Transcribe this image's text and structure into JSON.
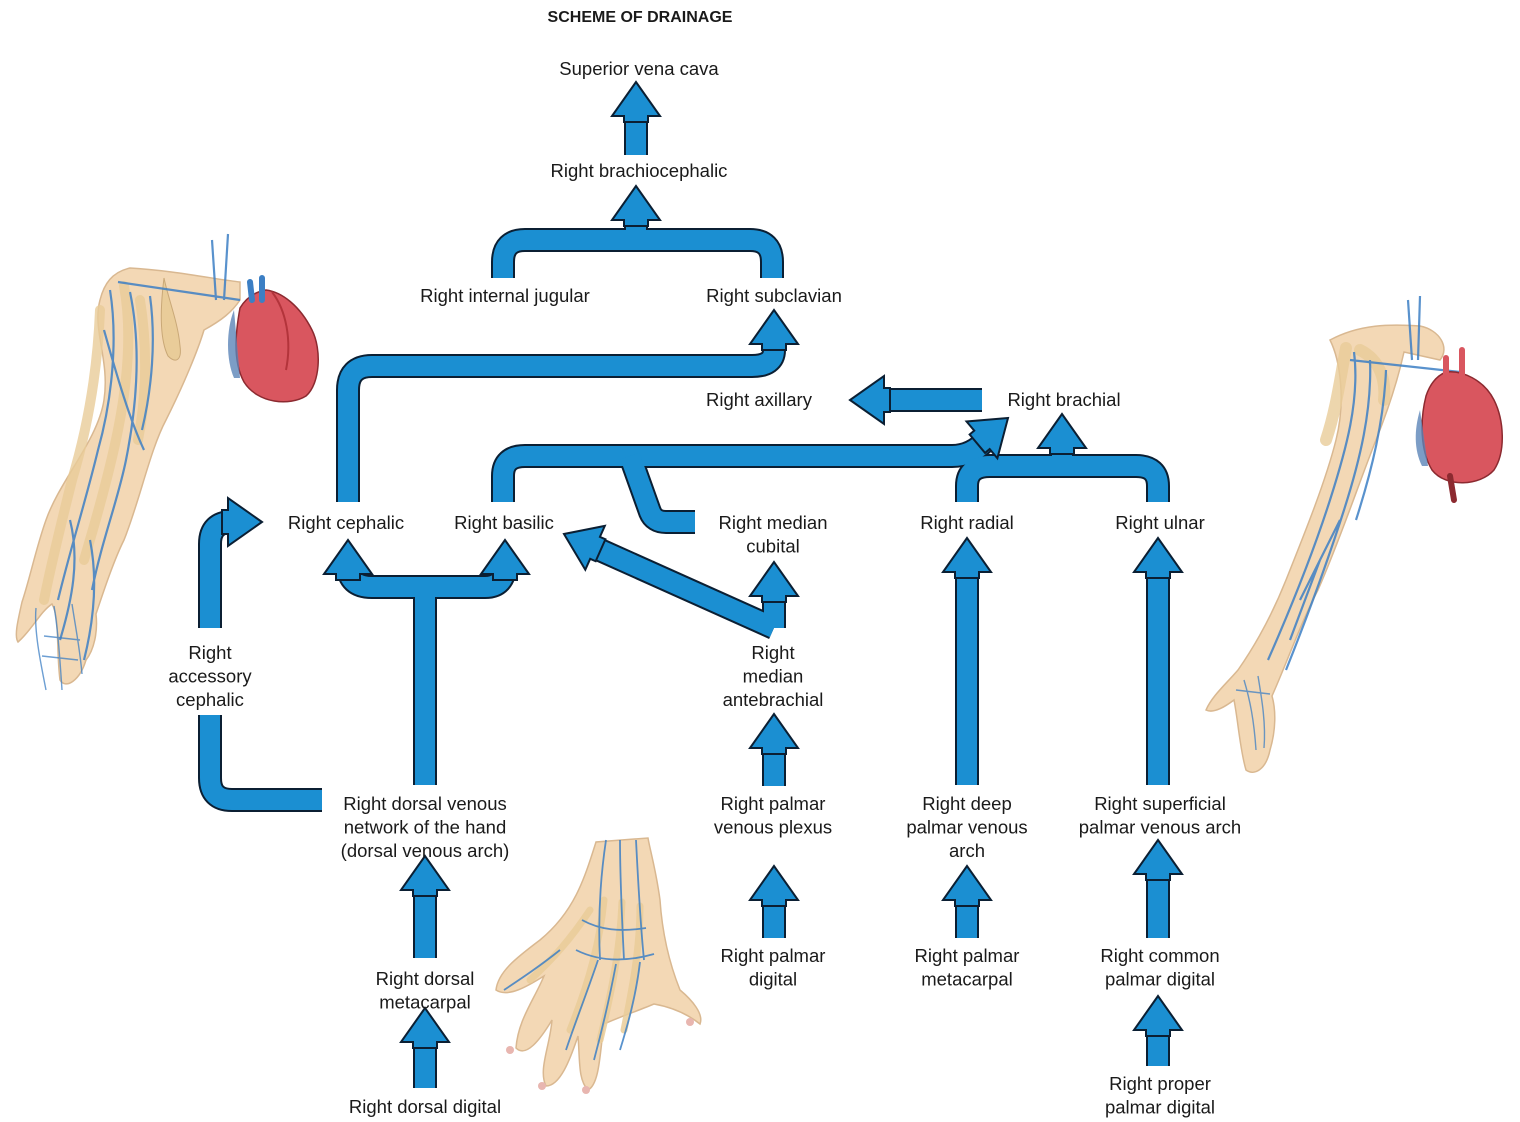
{
  "title": "SCHEME OF DRAINAGE",
  "colors": {
    "arrow_fill": "#1b8fd2",
    "arrow_outline": "#0b1f33",
    "illustration_skin": "#f3d8b5",
    "illustration_bone": "#e9cc99",
    "illustration_vein": "#3c7fc4",
    "illustration_heart": "#d9565f"
  },
  "labels": {
    "superior_vena_cava": [
      "Superior vena cava"
    ],
    "right_brachiocephalic": [
      "Right brachiocephalic"
    ],
    "right_internal_jugular": [
      "Right internal jugular"
    ],
    "right_subclavian": [
      "Right subclavian"
    ],
    "right_axillary": [
      "Right axillary"
    ],
    "right_brachial": [
      "Right brachial"
    ],
    "right_cephalic": [
      "Right cephalic"
    ],
    "right_basilic": [
      "Right basilic"
    ],
    "right_median_cubital": [
      "Right median",
      "cubital"
    ],
    "right_radial": [
      "Right radial"
    ],
    "right_ulnar": [
      "Right ulnar"
    ],
    "right_accessory_cephalic": [
      "Right",
      "accessory",
      "cephalic"
    ],
    "right_median_antebrachial": [
      "Right",
      "median",
      "antebrachial"
    ],
    "right_dorsal_venous_network": [
      "Right dorsal venous",
      "network of the hand",
      "(dorsal venous arch)"
    ],
    "right_palmar_venous_plexus": [
      "Right palmar",
      "venous plexus"
    ],
    "right_deep_palmar_venous_arch": [
      "Right deep",
      "palmar venous",
      "arch"
    ],
    "right_superficial_palmar_venous_arch": [
      "Right superficial",
      "palmar venous arch"
    ],
    "right_dorsal_metacarpal": [
      "Right dorsal",
      "metacarpal"
    ],
    "right_dorsal_digital": [
      "Right dorsal digital"
    ],
    "right_palmar_digital": [
      "Right palmar",
      "digital"
    ],
    "right_palmar_metacarpal": [
      "Right palmar",
      "metacarpal"
    ],
    "right_common_palmar_digital": [
      "Right common",
      "palmar digital"
    ],
    "right_proper_palmar_digital": [
      "Right proper",
      "palmar digital"
    ]
  },
  "illustrations": [
    {
      "id": "left-arm",
      "name": "right-arm-venous-system-illustration"
    },
    {
      "id": "right-arm",
      "name": "right-arm-deep-veins-illustration"
    },
    {
      "id": "hand",
      "name": "dorsal-hand-veins-illustration"
    }
  ]
}
